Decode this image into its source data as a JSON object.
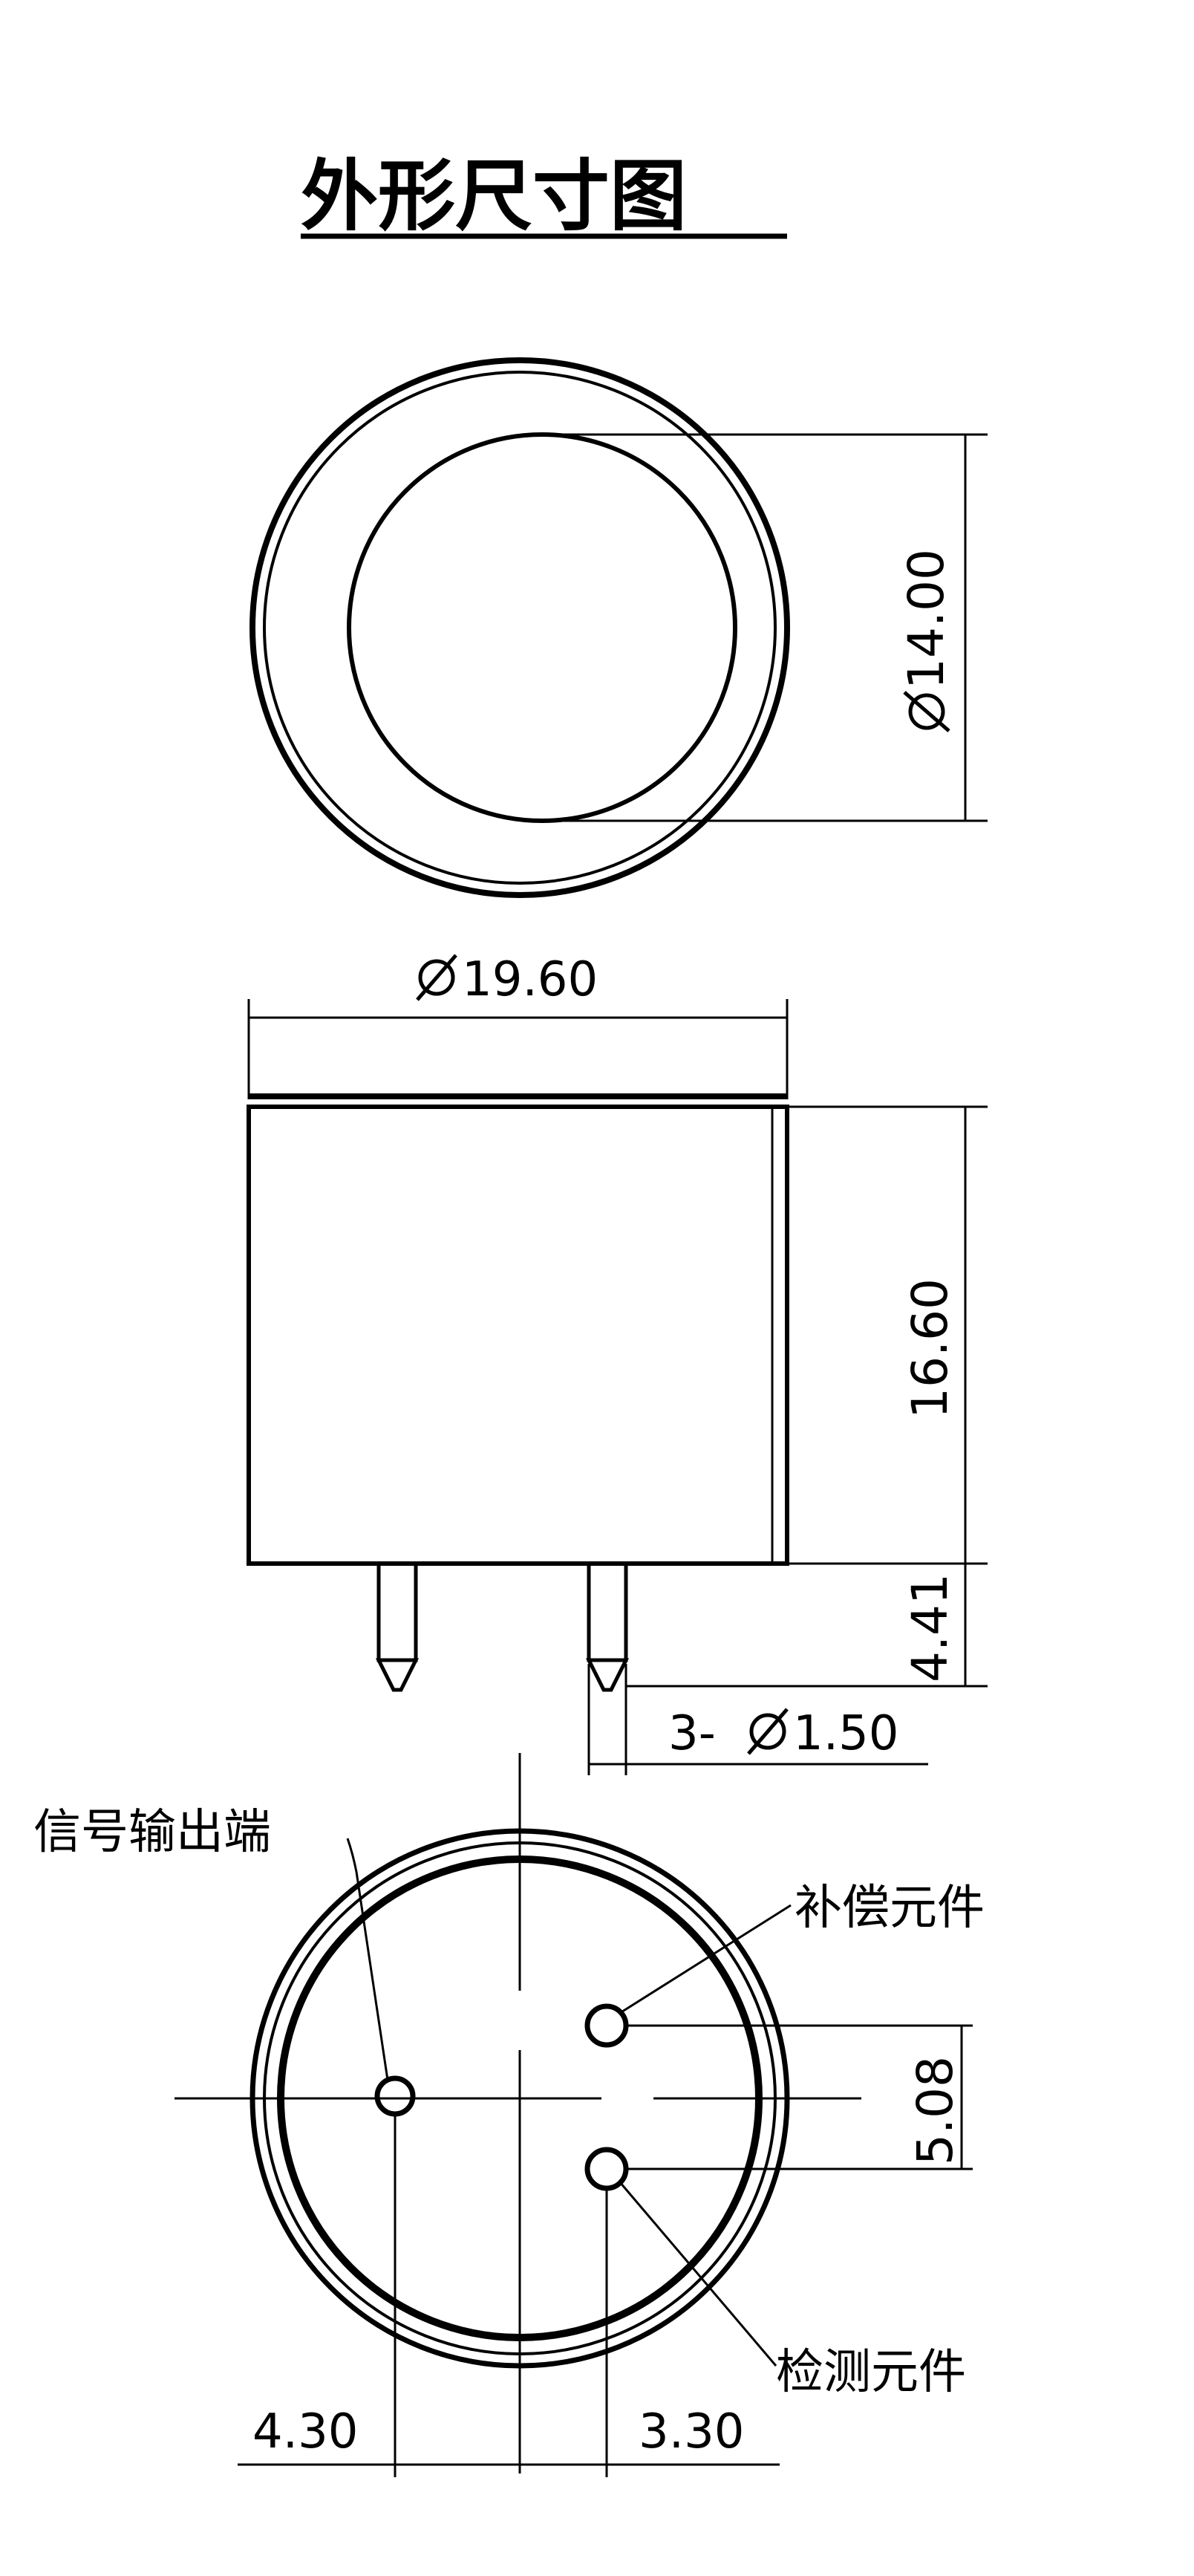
{
  "title": "外形尺寸图",
  "dimensions": {
    "inner_diameter": "14.00",
    "outer_diameter": "19.60",
    "height": "16.60",
    "pin_length": "4.41",
    "pin_spec": "3- ",
    "pin_diameter": "1.50",
    "pitch": "5.08",
    "left_offset": "4.30",
    "right_offset": "3.30"
  },
  "labels": {
    "signal_output": "信号输出端",
    "compensation": "补偿元件",
    "detection": "检测元件"
  },
  "symbols": {
    "diameter": "diameter-symbol"
  }
}
